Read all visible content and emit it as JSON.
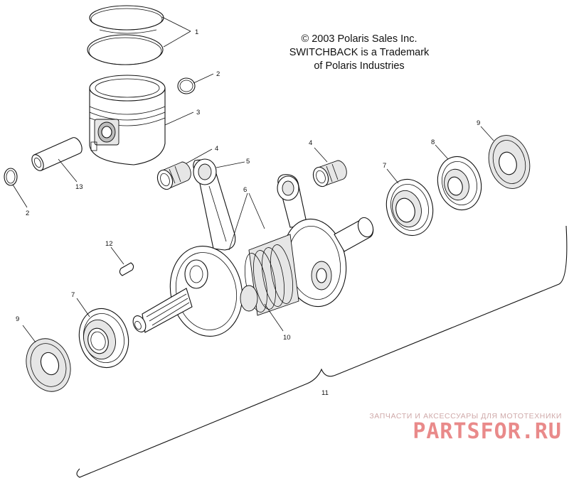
{
  "copyright": {
    "line1": "© 2003 Polaris Sales Inc.",
    "line2": "SWITCHBACK is a Trademark",
    "line3": "of Polaris Industries"
  },
  "callouts": {
    "rings": "1",
    "clip_top": "2",
    "clip_left": "2",
    "piston": "3",
    "bearing_left": "4",
    "bearing_right": "4",
    "rod": "5",
    "crank_halves": "6",
    "bearing_right_outer": "7",
    "bearing_left_outer": "7",
    "bearing_right_mid": "8",
    "seal_right": "9",
    "seal_left": "9",
    "center_seal": "10",
    "assembly": "11",
    "key": "12",
    "wrist_pin": "13"
  },
  "watermark": {
    "tagline": "ЗАПЧАСТИ И АКСЕССУАРЫ ДЛЯ МОТОТЕХНИКИ",
    "logo": "PARTSFOR.RU"
  }
}
